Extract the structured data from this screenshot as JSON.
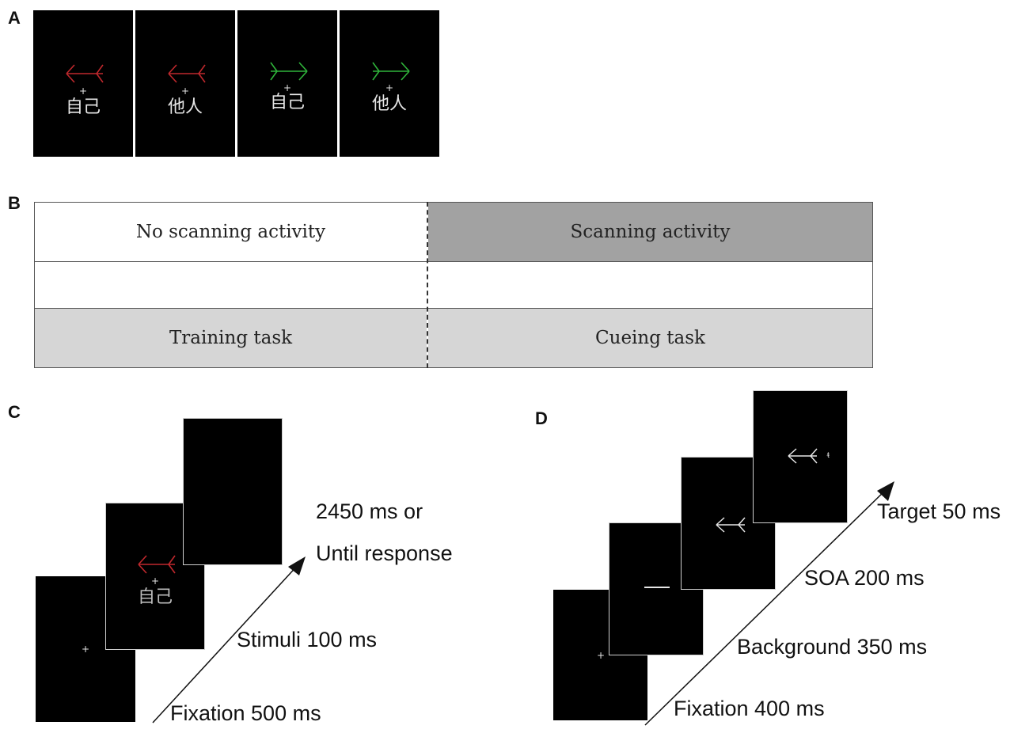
{
  "panels": {
    "a": {
      "letter": "A",
      "screens": [
        {
          "word": "自己",
          "arrow_direction": "left",
          "arrow_color": "#c0282d"
        },
        {
          "word": "他人",
          "arrow_direction": "left",
          "arrow_color": "#c0282d"
        },
        {
          "word": "自己",
          "arrow_direction": "right",
          "arrow_color": "#2fb33a"
        },
        {
          "word": "他人",
          "arrow_direction": "right",
          "arrow_color": "#2fb33a"
        }
      ],
      "fixation": "+"
    },
    "b": {
      "letter": "B",
      "top_left": "No scanning activity",
      "top_right": "Scanning activity",
      "bottom_left": "Training task",
      "bottom_right": "Cueing task",
      "colors": {
        "top_right_fill": "#a2a2a2",
        "bottom_fill": "#d6d6d6"
      }
    },
    "c": {
      "letter": "C",
      "stimulus_word": "自己",
      "stimulus_arrow_color": "#c0282d",
      "fixation": "+",
      "labels": {
        "fixation": "Fixation 500 ms",
        "stimuli": "Stimuli 100 ms",
        "response_line1": "2450 ms or",
        "response_line2": "Until response"
      }
    },
    "d": {
      "letter": "D",
      "fixation": "+",
      "target_mark": "ᵵ",
      "labels": {
        "fixation": "Fixation 400 ms",
        "background": "Background 350 ms",
        "soa": "SOA 200 ms",
        "target": "Target 50 ms"
      }
    }
  }
}
